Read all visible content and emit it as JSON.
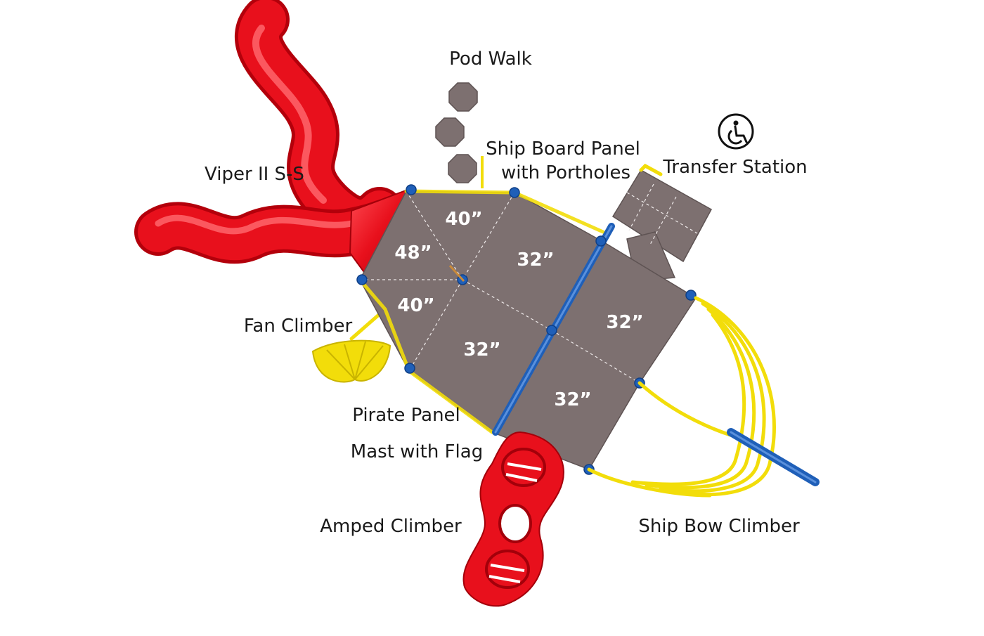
{
  "labels": {
    "pod_walk": "Pod Walk",
    "viper": "Viper II S-S",
    "ship_board": [
      "Ship Board Panel",
      "with Portholes"
    ],
    "transfer_station": "Transfer Station",
    "fan_climber": "Fan Climber",
    "pirate_panel": "Pirate Panel",
    "mast_flag": "Mast with Flag",
    "amped_climber": "Amped Climber",
    "ship_bow_climber": "Ship Bow Climber"
  },
  "decks": {
    "top_40": "40”",
    "left_48": "48”",
    "top_center_32": "32”",
    "lower_40": "40”",
    "center_32": "32”",
    "right_32": "32”",
    "bottom_32": "32”"
  },
  "colors": {
    "deck": "#7d7070",
    "slide_red": "#e8101c",
    "rail_yellow": "#f2dd0a",
    "post_blue": "#1f5fb8"
  },
  "icons": {
    "accessibility": "wheelchair-icon"
  }
}
